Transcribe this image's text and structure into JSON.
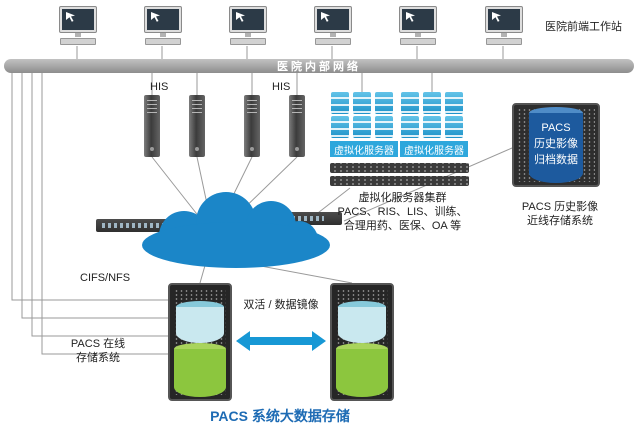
{
  "diagram_title": "PACS 系统大数据存储",
  "colors": {
    "cloud_blue": "#1b86c8",
    "accent_blue": "#2ea7dc",
    "network_bar_gray": "#8d8d8d",
    "title_blue": "#1d6bb4",
    "arrow_blue": "#1798d5",
    "online_green": "#8cc63e",
    "online_teal": "#c9e8ef",
    "archive_blue": "#1d5a9e",
    "rack_dark": "#2e2e2e"
  },
  "top_row": {
    "workstations_label": "医院前端工作站"
  },
  "network_bar": {
    "label": "医院内部网络"
  },
  "his": {
    "group1_label": "HIS",
    "group2_label": "HIS"
  },
  "virtualization": {
    "group1_label": "虚拟化服务器",
    "group2_label": "虚拟化服务器",
    "cluster_line1": "虚拟化服务器集群",
    "cluster_line2": "PACS、RIS、LIS、训练、",
    "cluster_line3": "合理用药、医保、OA 等"
  },
  "nearline_storage": {
    "cylinder_line1": "PACS",
    "cylinder_line2": "历史影像",
    "cylinder_line3": "归档数据",
    "caption_line1": "PACS 历史影像",
    "caption_line2": "近线存储系统"
  },
  "online_storage": {
    "protocol_label": "CIFS/NFS",
    "caption_line1": "PACS 在线",
    "caption_line2": "存储系统",
    "mirror_label": "双活 / 数据镜像"
  }
}
